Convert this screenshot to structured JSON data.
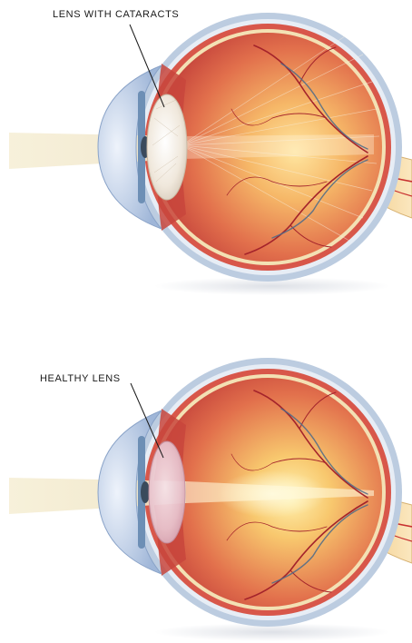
{
  "diagrams": [
    {
      "id": "cataract",
      "label": "LENS WITH CATARACTS",
      "lens_state": "cloudy"
    },
    {
      "id": "healthy",
      "label": "HEALTHY LENS",
      "lens_state": "clear"
    }
  ],
  "colors": {
    "sclera": "#b9c9dc",
    "choroid": "#d85a4a",
    "retina_inner": "#f0b060",
    "retina_core": "#ffe090",
    "light_beam": "#f3ecd0",
    "vessel": "#a8242a",
    "optic_nerve": "#f3d49a",
    "lens_cloudy": "#f1eadf",
    "lens_clear": "#e7c2cc",
    "cornea": "#b5c8e6",
    "iris": "#5a7fa8"
  }
}
